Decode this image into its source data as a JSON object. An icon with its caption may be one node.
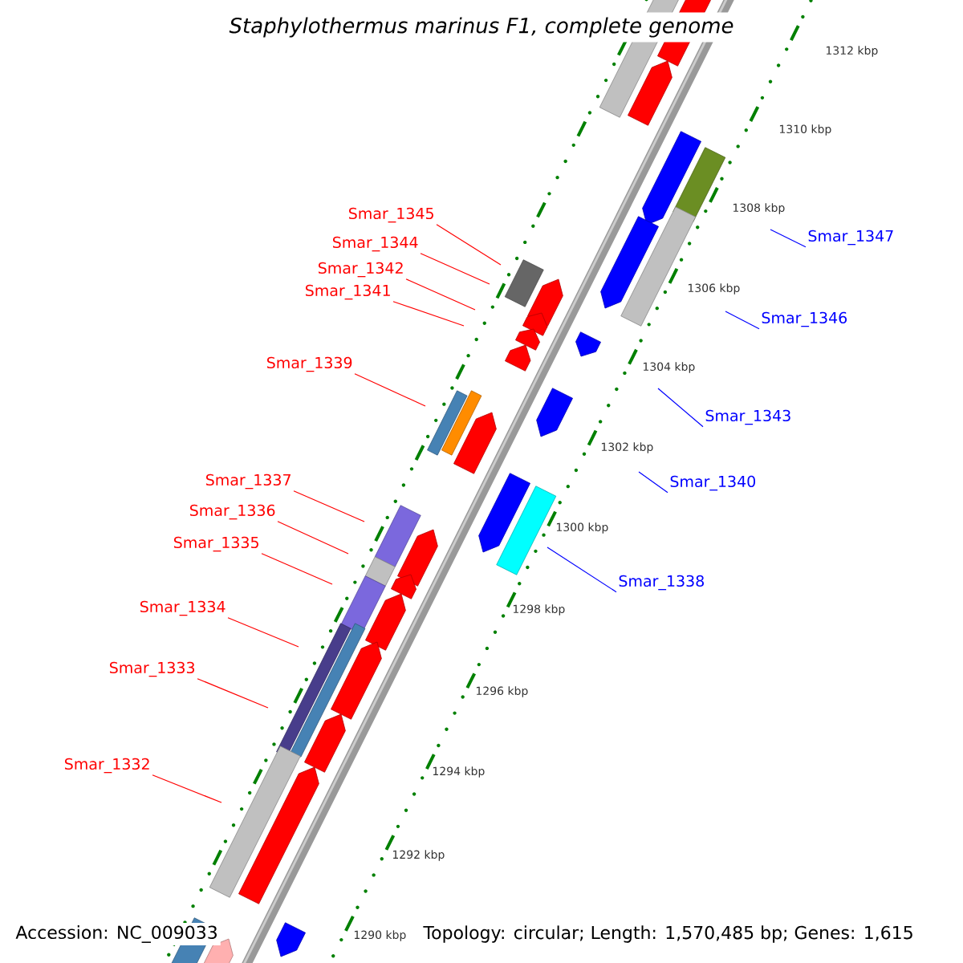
{
  "diagram": {
    "title": "Staphylothermus marinus F1, complete genome",
    "nodes": [
      {
        "text": [
          "Smar_1345"
        ]
      },
      {
        "text": [
          "Smar_1347"
        ]
      },
      {
        "text": [
          "Smar_1344"
        ]
      },
      {
        "text": [
          "Smar_1342"
        ]
      },
      {
        "text": [
          "Smar_1341"
        ]
      },
      {
        "text": [
          "Smar_1346"
        ]
      },
      {
        "text": [
          "Smar_1339"
        ]
      },
      {
        "text": [
          "Smar_1343"
        ]
      },
      {
        "text": [
          "Smar_1337"
        ]
      },
      {
        "text": [
          "Smar_1340"
        ]
      },
      {
        "text": [
          "Smar_1336"
        ]
      },
      {
        "text": [
          "Smar_1335"
        ]
      },
      {
        "text": [
          "Smar_1338"
        ]
      },
      {
        "text": [
          "Smar_1334"
        ]
      },
      {
        "text": [
          "Smar_1333"
        ]
      },
      {
        "text": [
          "Smar_1332"
        ]
      }
    ],
    "edges": [
      {
        "from": 0,
        "to": null,
        "arrow": "none"
      },
      {
        "from": 1,
        "to": null,
        "arrow": "none",
        "color": "#0000ff"
      },
      {
        "from": 2,
        "to": null,
        "arrow": "none"
      },
      {
        "from": 3,
        "to": null,
        "arrow": "none"
      },
      {
        "from": 4,
        "to": null,
        "arrow": "none"
      },
      {
        "from": 5,
        "to": null,
        "arrow": "none",
        "color": "#0000ff"
      },
      {
        "from": 6,
        "to": null,
        "arrow": "none"
      },
      {
        "from": 7,
        "to": null,
        "arrow": "none",
        "color": "#0000ff"
      },
      {
        "from": 8,
        "to": null,
        "arrow": "none"
      },
      {
        "from": 9,
        "to": null,
        "arrow": "none",
        "color": "#0000ff"
      },
      {
        "from": 10,
        "to": null,
        "arrow": "none"
      },
      {
        "from": 11,
        "to": null,
        "arrow": "none"
      },
      {
        "from": 12,
        "to": null,
        "arrow": "none",
        "color": "#0000ff"
      },
      {
        "from": 13,
        "to": null,
        "arrow": "none"
      },
      {
        "from": 14,
        "to": null,
        "arrow": "none"
      },
      {
        "from": 15,
        "to": null,
        "arrow": "none"
      }
    ],
    "labels": [
      "1312 kbp",
      "1310 kbp",
      "1308 kbp",
      "1306 kbp",
      "1304 kbp",
      "1302 kbp",
      "1300 kbp",
      "1298 kbp",
      "1296 kbp",
      "1294 kbp",
      "1292 kbp",
      "1290 kbp",
      "Accession: NC_009033",
      "Topology: circular; Length: 1,570,485 bp; Genes: 1,615"
    ]
  }
}
